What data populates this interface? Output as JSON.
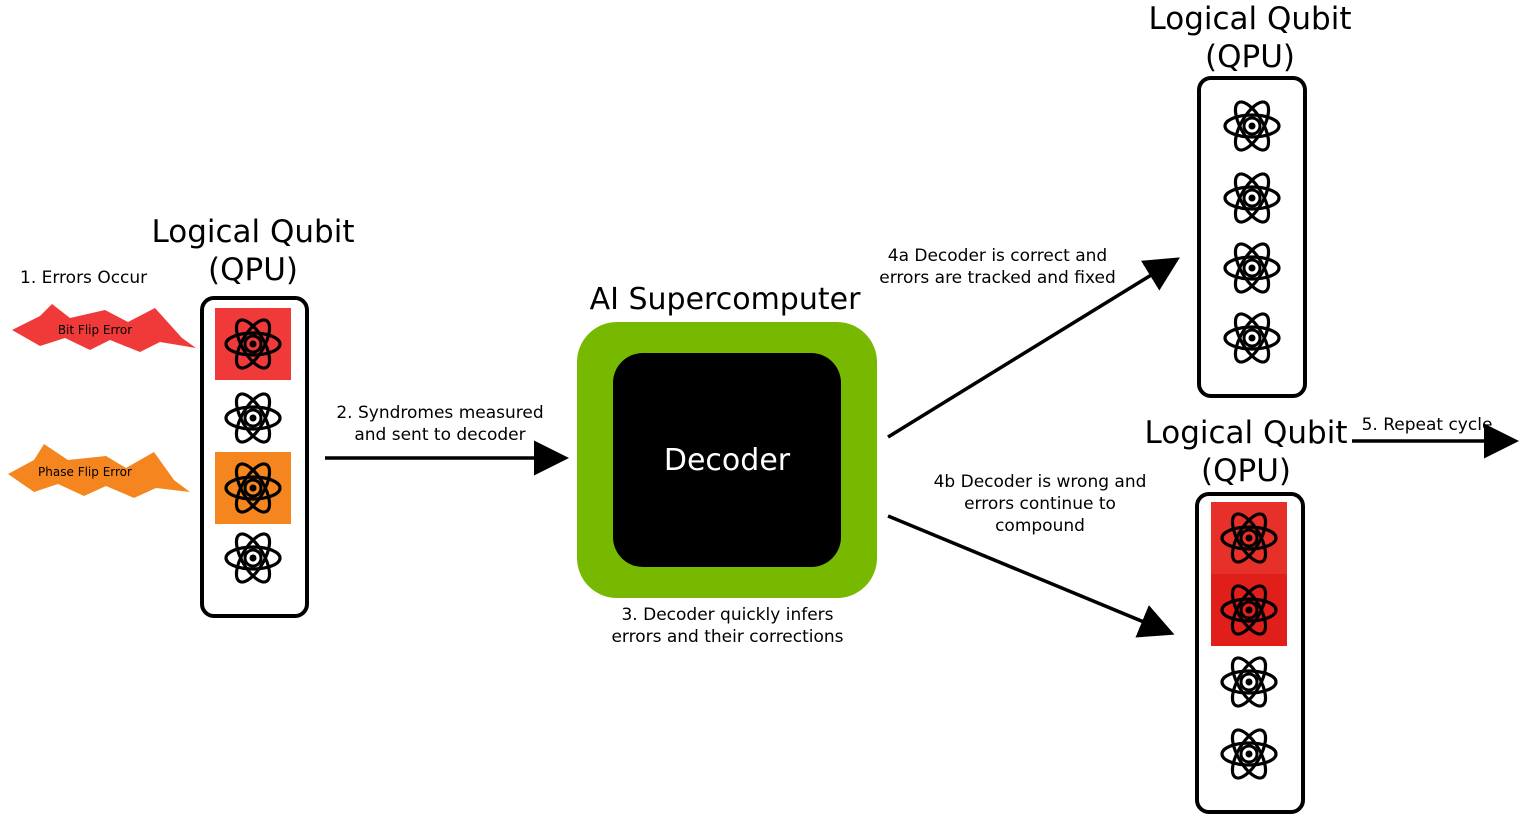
{
  "left_qubit": {
    "title": "Logical Qubit",
    "subtitle": "(QPU)"
  },
  "errors": {
    "step_label": "1. Errors Occur",
    "bit_flip": "Bit Flip Error",
    "phase_flip": "Phase  Flip Error"
  },
  "step2": {
    "line1": "2. Syndromes measured",
    "line2": "and sent to decoder"
  },
  "supercomputer": {
    "title": "AI Supercomputer",
    "decoder": "Decoder"
  },
  "step3": {
    "line1": "3. Decoder quickly infers",
    "line2": "errors and their corrections"
  },
  "step4a": {
    "line1": "4a Decoder is correct and",
    "line2": "errors are tracked and fixed"
  },
  "step4b": {
    "line1": "4b Decoder is wrong and",
    "line2": "errors continue to",
    "line3": "compound"
  },
  "top_right_qubit": {
    "title": "Logical Qubit",
    "subtitle": "(QPU)"
  },
  "bottom_right_qubit": {
    "title": "Logical Qubit",
    "subtitle": "(QPU)"
  },
  "step5": {
    "label": "5. Repeat cycle"
  },
  "colors": {
    "nvidia_green": "#76b900",
    "bit_flip_red": "#f03a3a",
    "phase_flip_orange": "#f5861f",
    "error_red": "#e8302a"
  }
}
